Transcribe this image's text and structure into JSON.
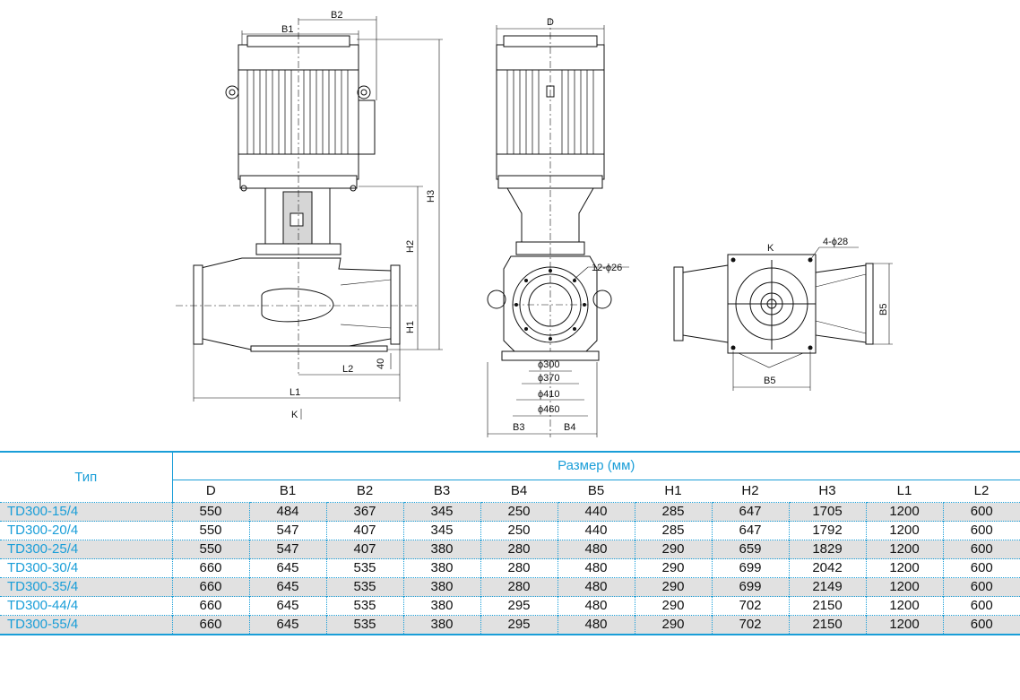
{
  "drawing": {
    "labels": {
      "b1": "B1",
      "b2": "B2",
      "h3": "H3",
      "h2": "H2",
      "h1": "H1",
      "dim_40": "40",
      "l2": "L2",
      "l1": "L1",
      "k_front": "K",
      "d": "D",
      "holes_12": "12-ϕ26",
      "phi300": "ϕ300",
      "phi370": "ϕ370",
      "phi410": "ϕ410",
      "phi460": "ϕ460",
      "b3": "B3",
      "b4": "B4",
      "k_top": "K",
      "holes_4": "4-ϕ28",
      "b5_side": "B5",
      "b5_bottom": "B5"
    }
  },
  "table": {
    "type_header": "Тип",
    "size_header": "Размер (мм)",
    "columns": [
      "D",
      "B1",
      "B2",
      "B3",
      "B4",
      "B5",
      "H1",
      "H2",
      "H3",
      "L1",
      "L2"
    ],
    "rows": [
      {
        "model": "TD300-15/4",
        "values": [
          "550",
          "484",
          "367",
          "345",
          "250",
          "440",
          "285",
          "647",
          "1705",
          "1200",
          "600"
        ]
      },
      {
        "model": "TD300-20/4",
        "values": [
          "550",
          "547",
          "407",
          "345",
          "250",
          "440",
          "285",
          "647",
          "1792",
          "1200",
          "600"
        ]
      },
      {
        "model": "TD300-25/4",
        "values": [
          "550",
          "547",
          "407",
          "380",
          "280",
          "480",
          "290",
          "659",
          "1829",
          "1200",
          "600"
        ]
      },
      {
        "model": "TD300-30/4",
        "values": [
          "660",
          "645",
          "535",
          "380",
          "280",
          "480",
          "290",
          "699",
          "2042",
          "1200",
          "600"
        ]
      },
      {
        "model": "TD300-35/4",
        "values": [
          "660",
          "645",
          "535",
          "380",
          "280",
          "480",
          "290",
          "699",
          "2149",
          "1200",
          "600"
        ]
      },
      {
        "model": "TD300-44/4",
        "values": [
          "660",
          "645",
          "535",
          "380",
          "295",
          "480",
          "290",
          "702",
          "2150",
          "1200",
          "600"
        ]
      },
      {
        "model": "TD300-55/4",
        "values": [
          "660",
          "645",
          "535",
          "380",
          "295",
          "480",
          "290",
          "702",
          "2150",
          "1200",
          "600"
        ]
      }
    ]
  }
}
